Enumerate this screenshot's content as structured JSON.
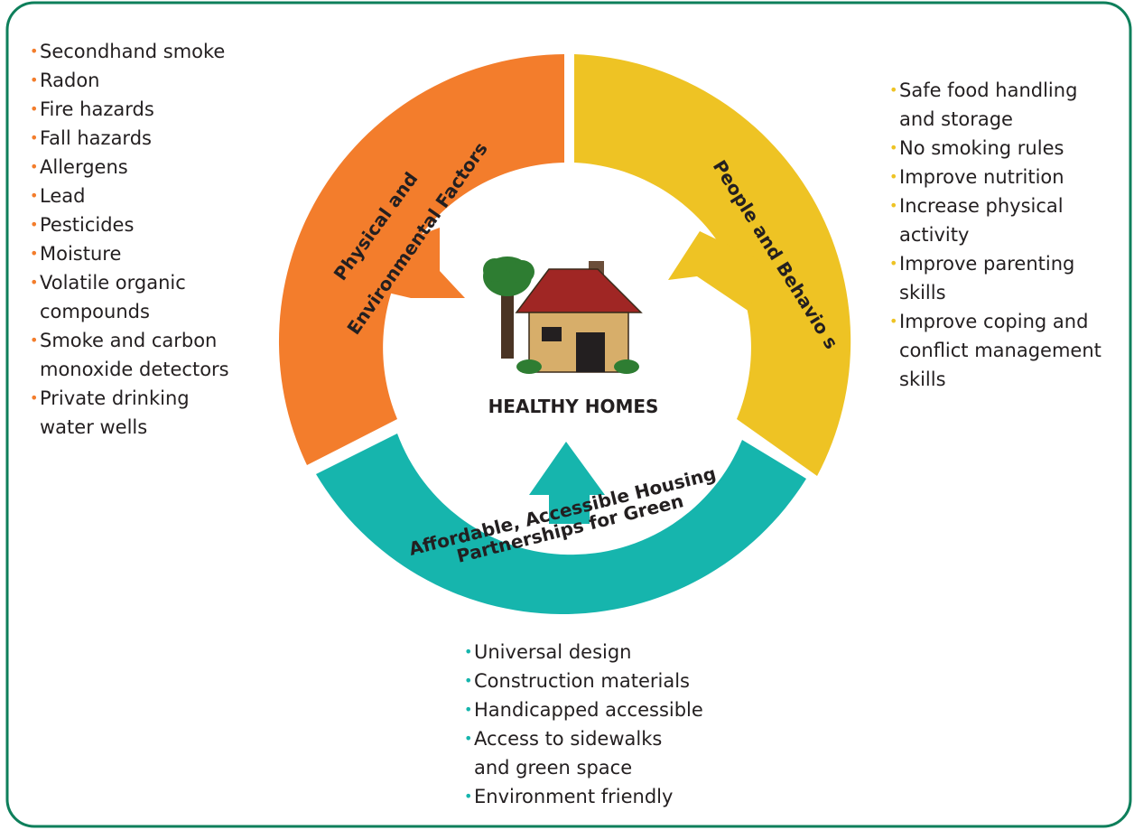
{
  "title": "HEALTHY HOMES",
  "segments": {
    "physical": {
      "line1": "Physical and",
      "line2": "Environmental Factors",
      "color": "#f37d2c"
    },
    "people": {
      "line1": "People and Behavio s",
      "color": "#eec324"
    },
    "partnerships": {
      "line1": "Partnerships for Green",
      "line2": "Affordable, Accessible Housing",
      "color": "#16b5ad"
    }
  },
  "border_color": "#0e7f5b",
  "lists": {
    "physical": [
      "Secondhand smoke",
      "Radon",
      "Fire hazards",
      "Fall hazards",
      "Allergens",
      "Lead",
      "Pesticides",
      "Moisture",
      "Volatile organic\ncompounds",
      "Smoke and carbon\nmonoxide detectors",
      "Private drinking\nwater wells"
    ],
    "people": [
      "Safe food handling\nand storage",
      "No smoking rules",
      "Improve nutrition",
      "Increase physical\nactivity",
      "Improve parenting\nskills",
      "Improve coping and\nconflict management\nskills"
    ],
    "partnerships": [
      "Universal design",
      "Construction materials",
      "Handicapped accessible",
      "Access to sidewalks\nand green space",
      "Environment friendly"
    ]
  },
  "icons": {
    "house": "house-icon",
    "tree": "tree-icon"
  }
}
